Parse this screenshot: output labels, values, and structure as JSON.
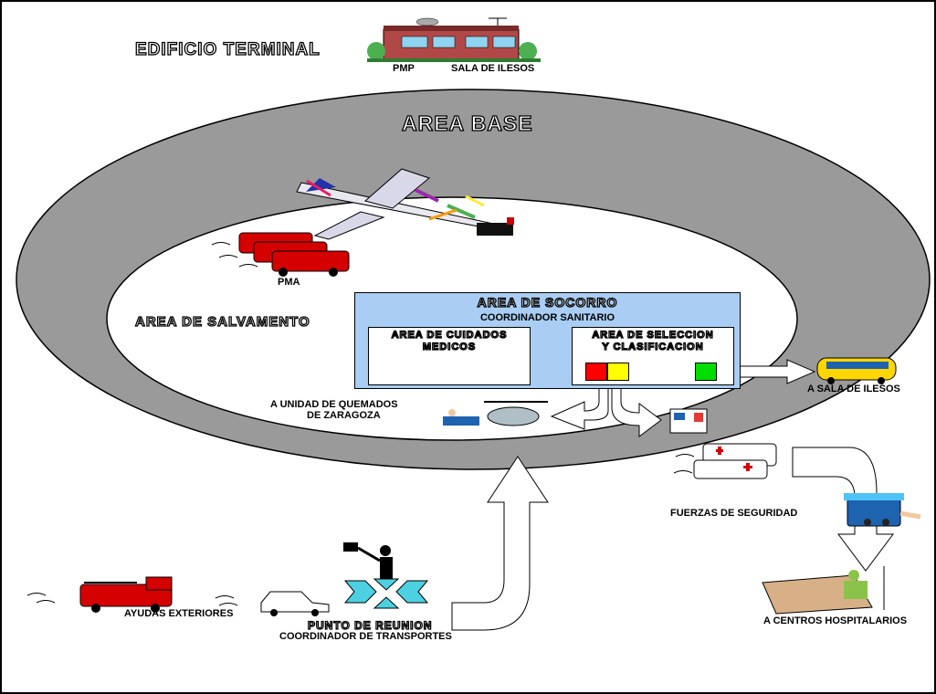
{
  "title": "EDIFICIO TERMINAL",
  "terminal": {
    "left_label": "PMP",
    "right_label": "SALA DE ILESOS"
  },
  "area_base": "AREA BASE",
  "pma": "PMA",
  "area_salvamento": "AREA DE SALVAMENTO",
  "socorro": {
    "title": "AREA DE SOCORRO",
    "subtitle": "COORDINADOR SANITARIO",
    "cuidados": "AREA DE CUIDADOS MEDICOS",
    "seleccion_line1": "AREA DE SELECCION",
    "seleccion_line2": "Y CLASIFICACION",
    "triage_colors": [
      "#ff0000",
      "#ffff00",
      "#00dd00"
    ]
  },
  "sala_ilesos": "A SALA DE ILESOS",
  "quemados_line1": "A UNIDAD DE QUEMADOS",
  "quemados_line2": "DE ZARAGOZA",
  "fuerzas": "FUERZAS DE SEGURIDAD",
  "hospitales": "A CENTROS HOSPITALARIOS",
  "ayudas": "AYUDAS EXTERIORES",
  "punto_line1": "PUNTO DE REUNION",
  "punto_line2": "COORDINADOR DE TRANSPORTES"
}
